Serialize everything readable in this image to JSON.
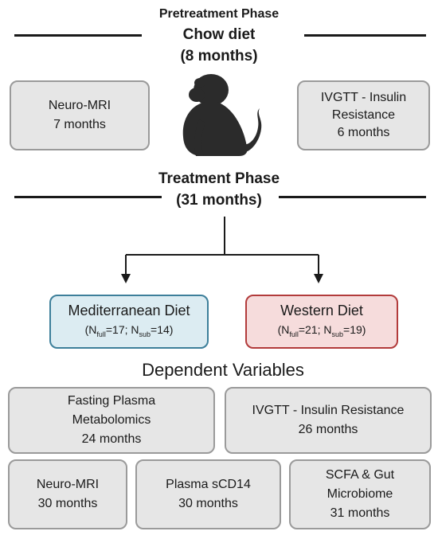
{
  "pretreatment": {
    "title": "Pretreatment Phase",
    "diet": "Chow diet",
    "duration": "(8 months)",
    "left_box": {
      "line1": "Neuro-MRI",
      "line2": "7 months"
    },
    "right_box": {
      "line1": "IVGTT - Insulin",
      "line2": "Resistance",
      "line3": "6 months"
    }
  },
  "treatment": {
    "title": "Treatment Phase",
    "duration": "(31 months)"
  },
  "diets": {
    "mediterranean": {
      "name": "Mediterranean Diet",
      "n_open": "(N",
      "n_full_sub": "full",
      "n_full_val": "=17; N",
      "n_sub_sub": "sub",
      "n_sub_val": "=14)",
      "fill": "#dcecf2",
      "border": "#3d7f9a"
    },
    "western": {
      "name": "Western Diet",
      "n_open": "(N",
      "n_full_sub": "full",
      "n_full_val": "=21; N",
      "n_sub_sub": "sub",
      "n_sub_val": "=19)",
      "fill": "#f6dcdc",
      "border": "#b23b3b"
    }
  },
  "dependent_variables": {
    "title": "Dependent Variables",
    "metabolomics": {
      "line1": "Fasting Plasma",
      "line2": "Metabolomics",
      "line3": "24 months"
    },
    "ivgtt": {
      "line1": "IVGTT - Insulin Resistance",
      "line2": "26 months"
    },
    "neuro_mri": {
      "line1": "Neuro-MRI",
      "line2": "30 months"
    },
    "scd14": {
      "line1": "Plasma sCD14",
      "line2": "30 months"
    },
    "scfa": {
      "line1": "SCFA & Gut",
      "line2": "Microbiome",
      "line3": "31 months"
    }
  },
  "icons": {
    "monkey": "monkey-silhouette-icon"
  },
  "colors": {
    "line": "#1a1a1a",
    "box_fill": "#e6e6e6",
    "box_border": "#9a9a9a"
  }
}
